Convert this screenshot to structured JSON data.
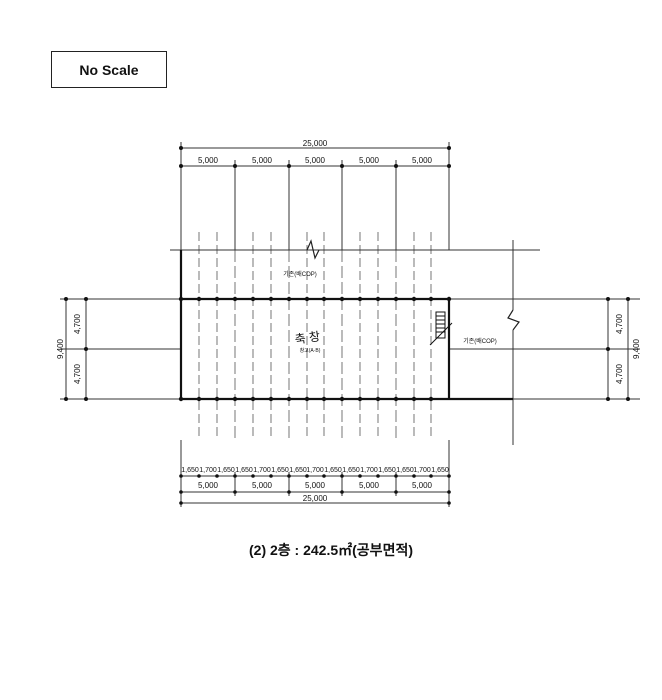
{
  "scale_label": "No Scale",
  "caption": "(2) 2층 : 242.5㎡(공부면적)",
  "plan": {
    "top_overall": "25,000",
    "top_bays": [
      "5,000",
      "5,000",
      "5,000",
      "5,000",
      "5,000"
    ],
    "bottom_subbays": [
      "1,650",
      "1,700",
      "1,650",
      "1,650",
      "1,700",
      "1,650",
      "1,650",
      "1,700",
      "1,650",
      "1,650",
      "1,700",
      "1,650",
      "1,650",
      "1,700",
      "1,650"
    ],
    "bottom_bays": [
      "5,000",
      "5,000",
      "5,000",
      "5,000",
      "5,000"
    ],
    "bottom_overall": "25,000",
    "side_overall": "9,400",
    "side_bays": [
      "4,700",
      "4,700"
    ],
    "room_label_upper": "기존(배COP)",
    "room_label_right": "기존(배COP)",
    "room_name_main": "축 창",
    "room_name_sub": "창고(A·B)"
  },
  "colors": {
    "line": "#1a1a1a",
    "thin_line": "#555555"
  }
}
